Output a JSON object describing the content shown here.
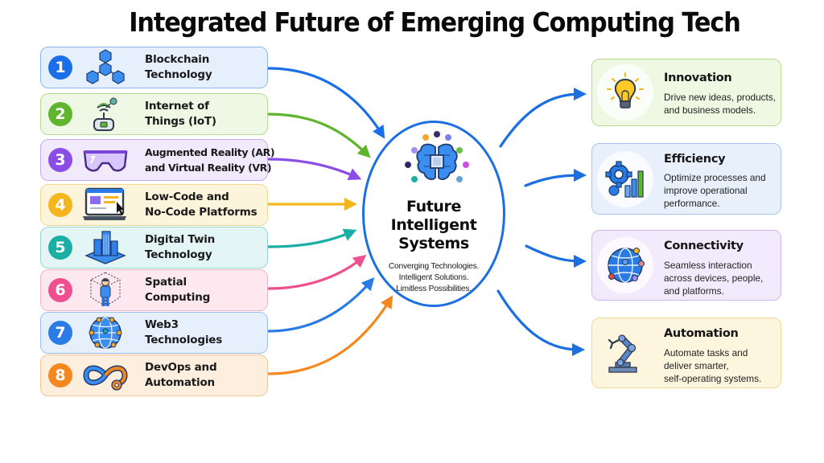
{
  "title": "Integrated Future of Emerging Computing Tech",
  "technologies": [
    {
      "number": "1",
      "line1": "Blockchain",
      "line2": "Technology",
      "icon": "blockchain-cubes-icon",
      "color": "#1a6fe8",
      "bg": "#e6f0fd",
      "border": "#8db6ef"
    },
    {
      "number": "2",
      "line1": "Internet of",
      "line2": "Things (IoT)",
      "icon": "iot-router-icon",
      "color": "#5fb52e",
      "bg": "#eef8e4",
      "border": "#b5dc93"
    },
    {
      "number": "3",
      "line1": "Augmented Reality (AR)",
      "line2": "and Virtual Reality (VR)",
      "icon": "vr-headset-icon",
      "color": "#8a4de6",
      "bg": "#f1eafd",
      "border": "#c5a9f0"
    },
    {
      "number": "4",
      "line1": "Low-Code and",
      "line2": "No-Code Platforms",
      "icon": "laptop-cursor-icon",
      "color": "#f5b51c",
      "bg": "#fdf4dc",
      "border": "#f2d890"
    },
    {
      "number": "5",
      "line1": "Digital Twin",
      "line2": "Technology",
      "icon": "digital-city-icon",
      "color": "#1aaea4",
      "bg": "#e3f5f4",
      "border": "#97d5d0"
    },
    {
      "number": "6",
      "line1": "Spatial",
      "line2": "Computing",
      "icon": "person-in-cube-icon",
      "color": "#ef4f8e",
      "bg": "#fde8f0",
      "border": "#f3b2cc"
    },
    {
      "number": "7",
      "line1": "Web3",
      "line2": "Technologies",
      "icon": "network-globe-icon",
      "color": "#2a7be6",
      "bg": "#e6effc",
      "border": "#9dbfee"
    },
    {
      "number": "8",
      "line1": "DevOps and",
      "line2": "Automation",
      "icon": "infinity-gear-icon",
      "color": "#f5871f",
      "bg": "#fdeedd",
      "border": "#f1c598"
    }
  ],
  "center": {
    "title_lines": [
      "Future",
      "Intelligent",
      "Systems"
    ],
    "subtitle_lines": [
      "Converging Technologies.",
      "Intelligent Solutions.",
      "Limitless Possibilities."
    ],
    "icon": "brain-chip-icon",
    "border_color": "#1c6fe0"
  },
  "outcomes": [
    {
      "title": "Innovation",
      "desc": [
        "Drive new ideas, products,",
        "and business models."
      ],
      "icon": "lightbulb-icon",
      "bg": "#eef8e2",
      "border": "#b9dc95"
    },
    {
      "title": "Efficiency",
      "desc": [
        "Optimize processes and",
        "improve operational",
        "performance."
      ],
      "icon": "gear-chart-icon",
      "bg": "#e8f0fc",
      "border": "#a7c3ee"
    },
    {
      "title": "Connectivity",
      "desc": [
        "Seamless interaction",
        "across devices, people,",
        "and platforms."
      ],
      "icon": "connected-globe-icon",
      "bg": "#f1ebfd",
      "border": "#cdb6f1"
    },
    {
      "title": "Automation",
      "desc": [
        "Automate tasks and",
        "deliver smarter,",
        "self-operating systems."
      ],
      "icon": "robot-arm-icon",
      "bg": "#fdf5dd",
      "border": "#f1d894"
    }
  ],
  "arrow_color_out": "#1c6fe0"
}
